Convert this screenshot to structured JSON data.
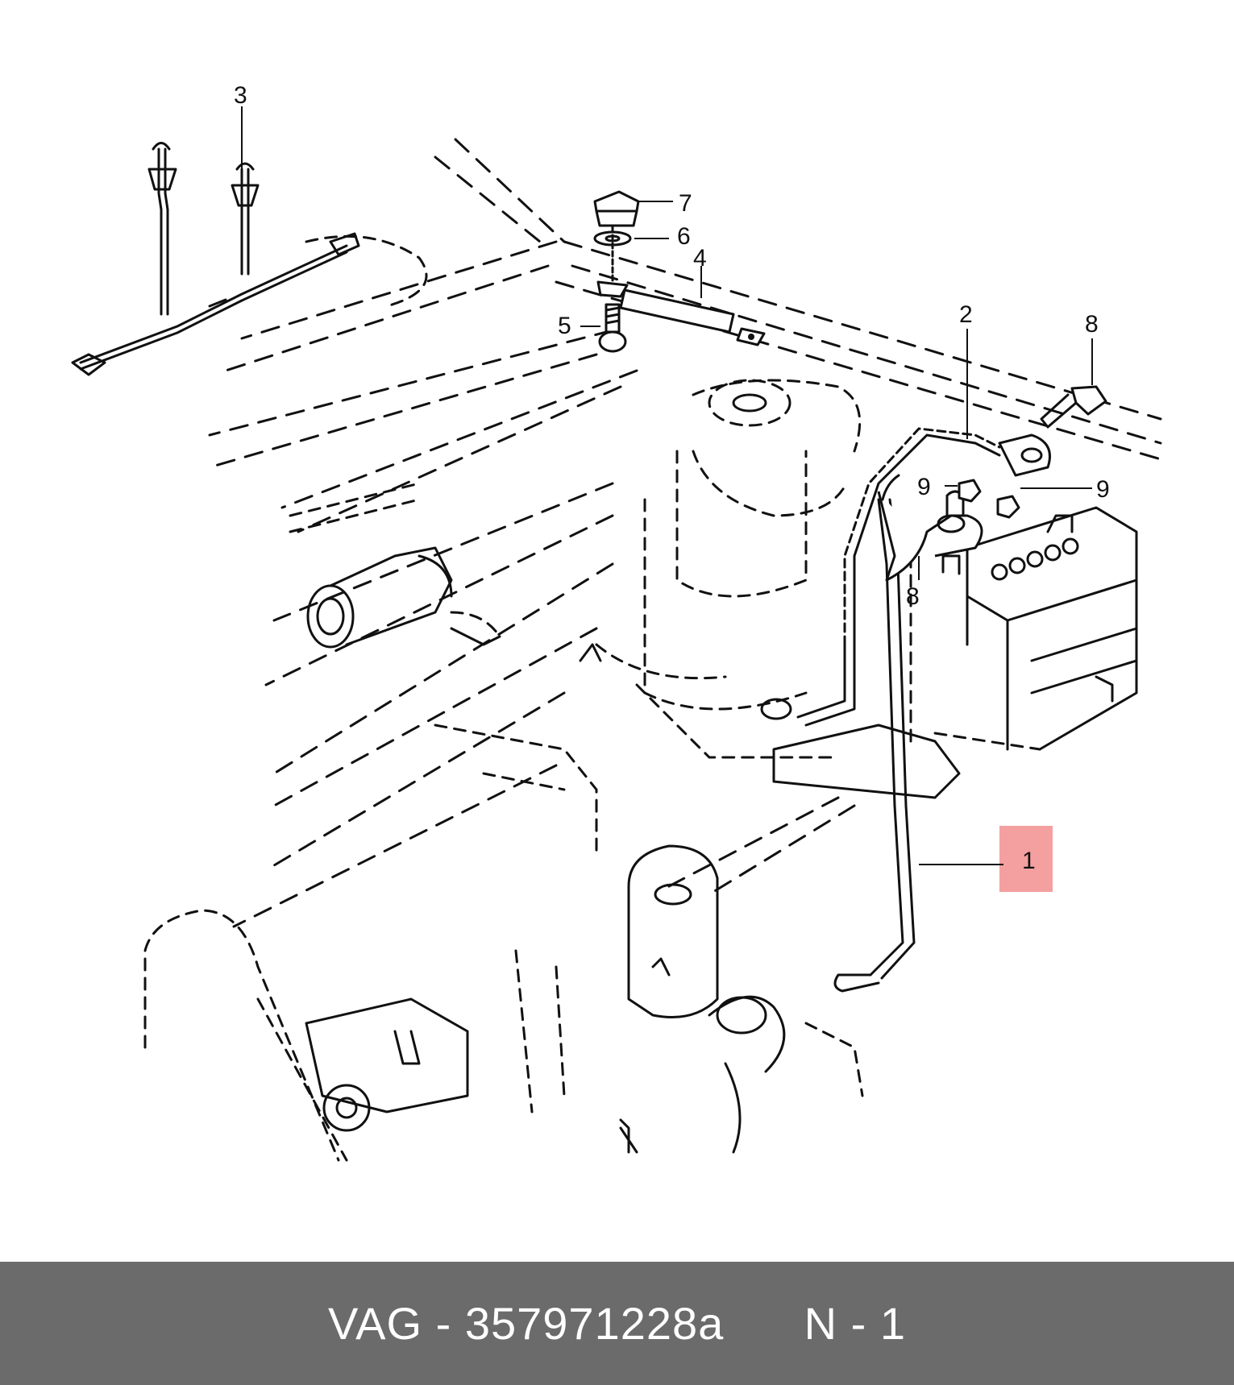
{
  "callouts": {
    "c1": "1",
    "c2": "2",
    "c3": "3",
    "c4": "4",
    "c5": "5",
    "c6": "6",
    "c7": "7",
    "c8a": "8",
    "c8b": "8",
    "c9a": "9",
    "c9b": "9"
  },
  "highlight_color": "#f4a0a0",
  "footer": {
    "brand": "VAG",
    "separator": " - ",
    "part_number": "357971228a",
    "position": "N - 1"
  },
  "footer_color": "#6b6b6b"
}
